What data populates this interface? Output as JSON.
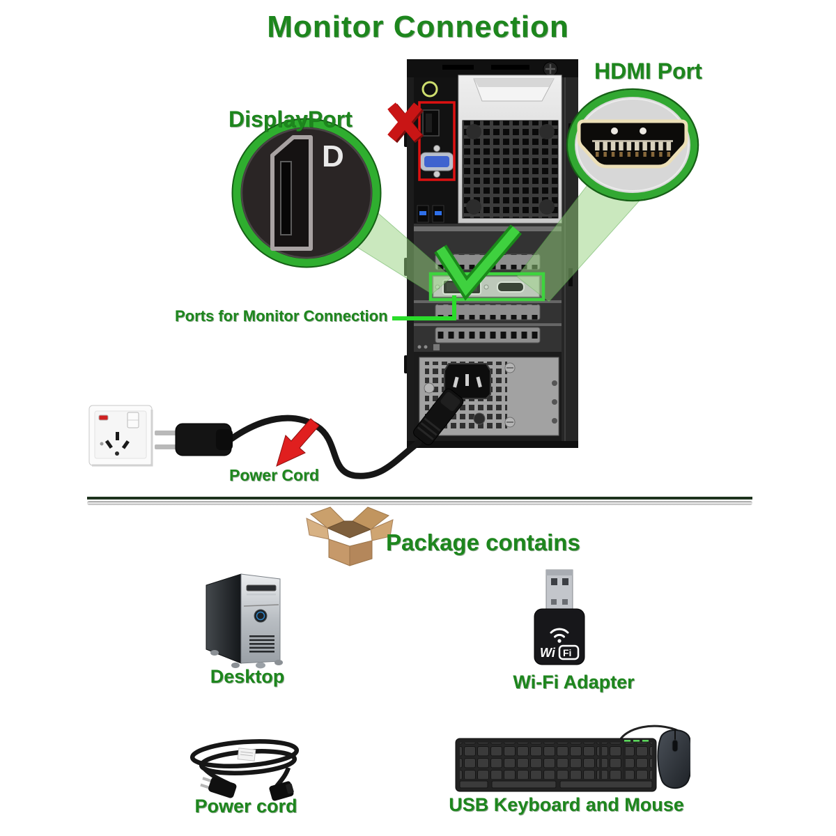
{
  "title": "Monitor Connection",
  "annotations": {
    "displayport": "DisplayPort",
    "hdmi": "HDMI Port",
    "ports": "Ports for Monitor Connection",
    "power_cord": "Power Cord"
  },
  "package": {
    "heading": "Package contains",
    "items": [
      {
        "label": "Desktop"
      },
      {
        "label": "Wi-Fi Adapter"
      },
      {
        "label": "Power cord"
      },
      {
        "label": "USB Keyboard and Mouse"
      }
    ]
  },
  "wifi_adapter": {
    "logo_wi": "Wi",
    "logo_fi": "Fi"
  },
  "dp_logo": "D",
  "colors": {
    "heading_green": "#1d861d",
    "bright_green": "#3bd13b",
    "wrong_red": "#cc1616",
    "cardboard": "#c79a6a"
  }
}
